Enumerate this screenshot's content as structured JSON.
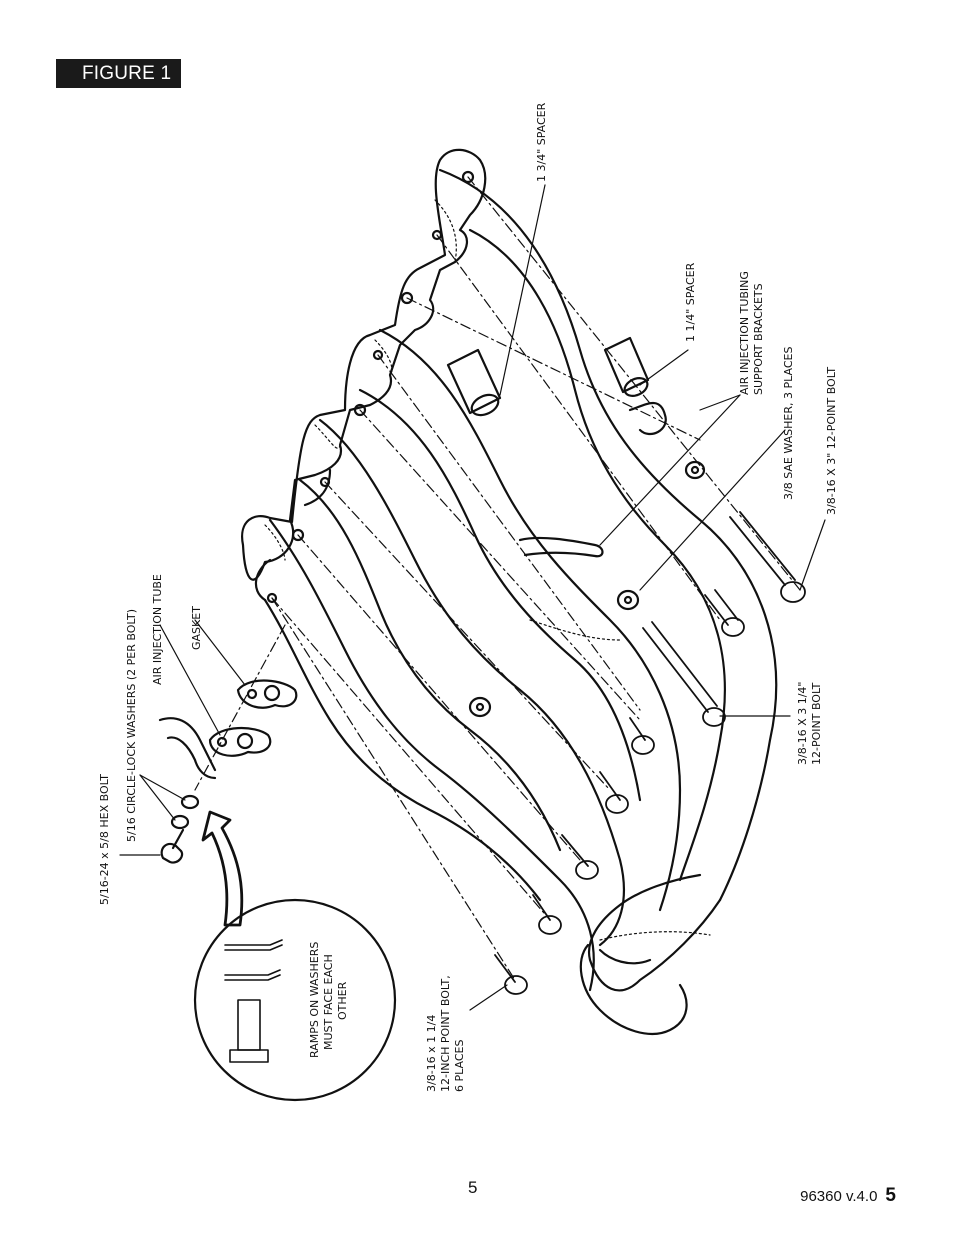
{
  "figure_label": "FIGURE 1",
  "labels": {
    "hex_bolt": "5/16-24 x 5/8 HEX BOLT",
    "circle_lock": "5/16 CIRCLE-LOCK WASHERS (2 PER BOLT)",
    "air_injection_tube": "AIR INJECTION TUBE",
    "gasket": "GASKET",
    "ramps_line1": "RAMPS ON WASHERS",
    "ramps_line2": "MUST FACE EACH",
    "ramps_line3": "OTHER",
    "bolt_125_line1": "3/8-16 x 1 1/4",
    "bolt_125_line2": "12-INCH POINT BOLT,",
    "bolt_125_line3": "6 PLACES",
    "spacer_134": "1 3/4\" SPACER",
    "spacer_114": "1 1/4\" SPACER",
    "brackets_line1": "AIR INJECTION TUBING",
    "brackets_line2": "SUPPORT BRACKETS",
    "sae_washer": "3/8 SAE WASHER, 3 PLACES",
    "bolt_3": "3/8-16 X 3\" 12-POINT BOLT",
    "bolt_314_line1": "3/8-16 X 3 1/4\"",
    "bolt_314_line2": "12-POINT BOLT"
  },
  "footer": {
    "page_center": "5",
    "doc_version": "96360 v.4.0",
    "page_right": "5"
  }
}
